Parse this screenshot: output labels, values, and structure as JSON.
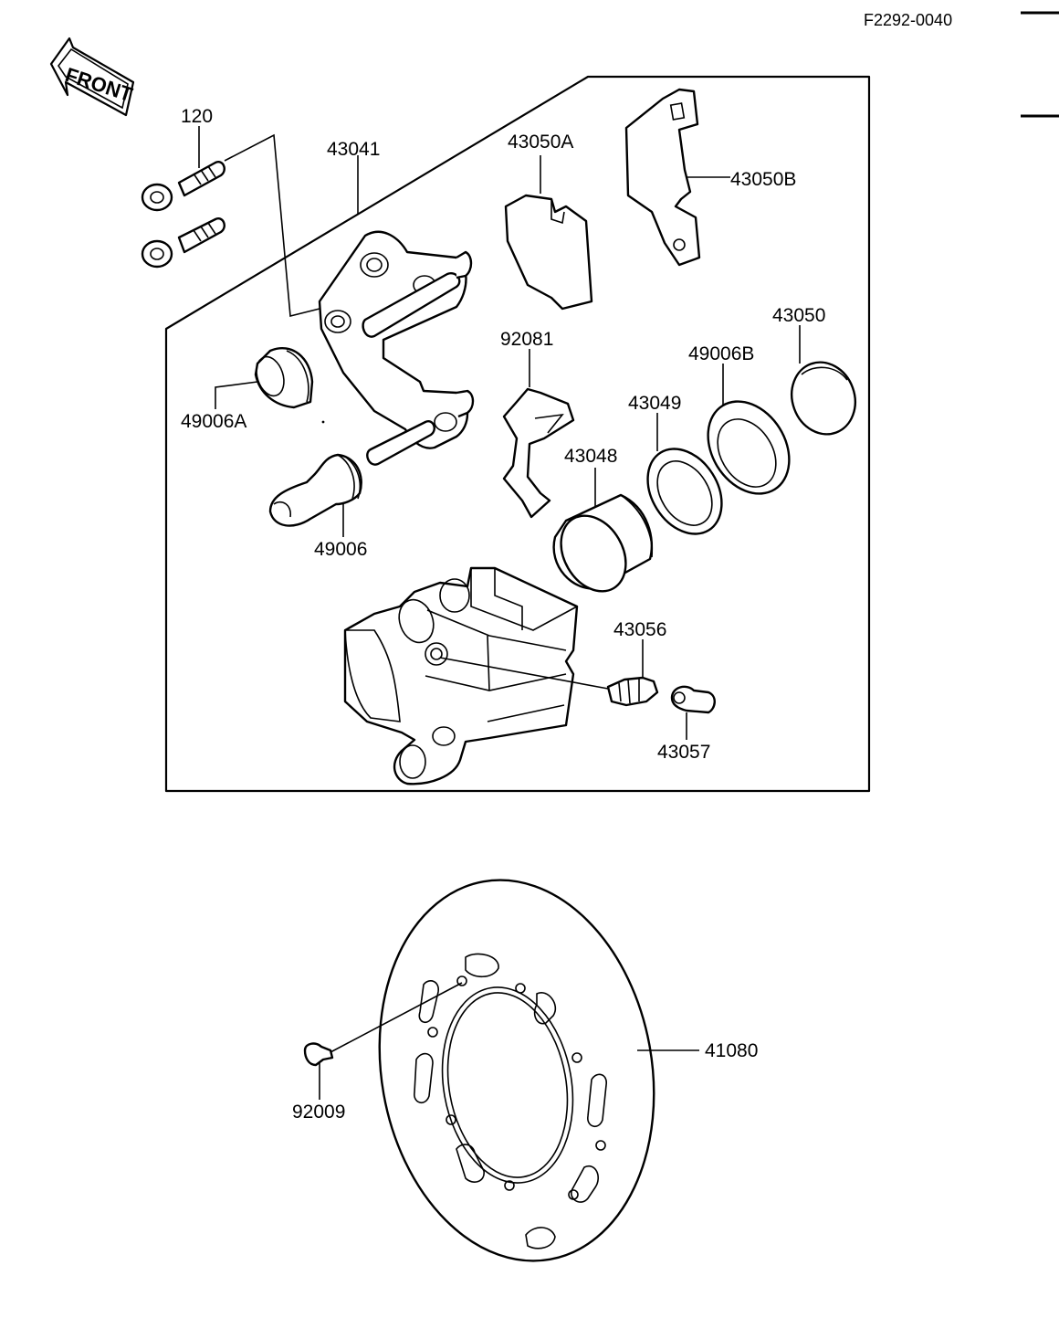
{
  "diagram_code": "F2292-0040",
  "front_label": "FRONT",
  "parts": [
    {
      "id": "p120",
      "label": "120"
    },
    {
      "id": "p43041",
      "label": "43041"
    },
    {
      "id": "p43050A",
      "label": "43050A"
    },
    {
      "id": "p43050B",
      "label": "43050B"
    },
    {
      "id": "p92081",
      "label": "92081"
    },
    {
      "id": "p43050",
      "label": "43050"
    },
    {
      "id": "p49006B",
      "label": "49006B"
    },
    {
      "id": "p43049",
      "label": "43049"
    },
    {
      "id": "p49006A",
      "label": "49006A"
    },
    {
      "id": "p43048",
      "label": "43048"
    },
    {
      "id": "p49006",
      "label": "49006"
    },
    {
      "id": "p43056",
      "label": "43056"
    },
    {
      "id": "p43057",
      "label": "43057"
    },
    {
      "id": "p41080",
      "label": "41080"
    },
    {
      "id": "p92009",
      "label": "92009"
    }
  ]
}
